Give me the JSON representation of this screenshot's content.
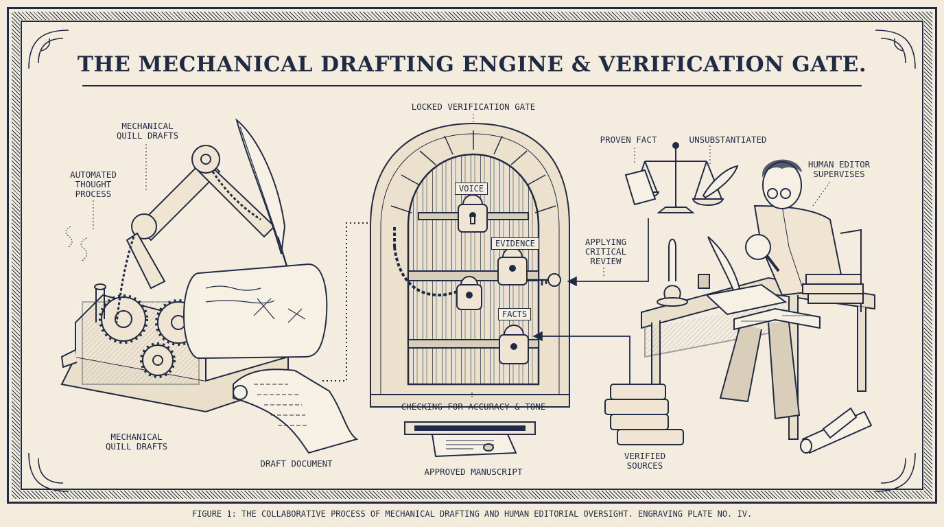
{
  "title": "THE MECHANICAL DRAFTING ENGINE & VERIFICATION GATE.",
  "labels": {
    "quill_drafts_top": "MECHANICAL\nQUILL DRAFTS",
    "automated_thought": "AUTOMATED\nTHOUGHT\nPROCESS",
    "quill_drafts_bottom": "MECHANICAL\nQUILL DRAFTS",
    "draft_document": "DRAFT DOCUMENT",
    "locked_gate": "LOCKED VERIFICATION GATE",
    "checking": "CHECKING FOR ACCURACY & TONE",
    "approved": "APPROVED MANUSCRIPT",
    "proven_fact": "PROVEN FACT",
    "unsubstantiated": "UNSUBSTANTIATED",
    "human_editor": "HUMAN EDITOR\nSUPERVISES",
    "critical_review": "APPLYING\nCRITICAL\nREVIEW",
    "verified_sources": "VERIFIED\nSOURCES"
  },
  "locks": {
    "voice": "VOICE",
    "evidence": "EVIDENCE",
    "facts": "FACTS"
  },
  "caption": "FIGURE 1: THE COLLABORATIVE PROCESS OF MECHANICAL DRAFTING AND HUMAN EDITORIAL OVERSIGHT. ENGRAVING PLATE NO. IV.",
  "colors": {
    "ink": "#1f2a44",
    "paper": "#f3ecdd"
  }
}
